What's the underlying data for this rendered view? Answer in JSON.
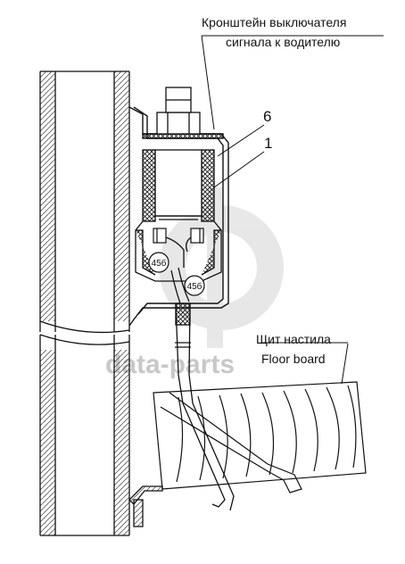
{
  "labels": {
    "bracket_line1": "Кронштейн выключателя",
    "bracket_line2": "сигнала к водителю",
    "part_6": "6",
    "part_1": "1",
    "floor_ru": "Щит настила",
    "floor_en": "Floor board",
    "wire_mark_1": "45б",
    "wire_mark_2": "45б"
  },
  "watermark": {
    "text": "data-parts",
    "color": "#c9c9c9"
  },
  "colors": {
    "ink": "#111111",
    "watermark": "#cfcfcf"
  }
}
